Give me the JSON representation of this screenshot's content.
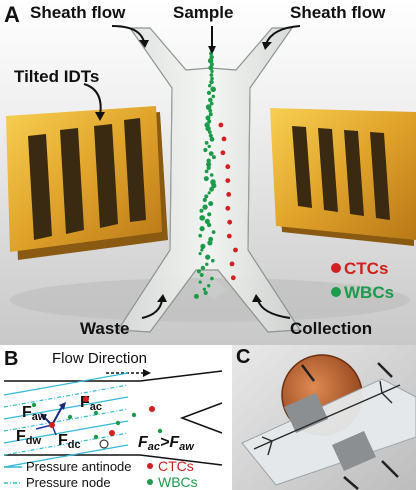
{
  "panelA": {
    "letter": "A",
    "sheath_left": "Sheath flow",
    "sample": "Sample",
    "sheath_right": "Sheath flow",
    "idts": "Tilted IDTs",
    "ctcs": "CTCs",
    "wbcs": "WBCs",
    "waste": "Waste",
    "collection": "Collection"
  },
  "panelB": {
    "letter": "B",
    "flow_direction": "Flow Direction",
    "f_aw_main": "F",
    "f_aw_sub": "aw",
    "f_ac_main": "F",
    "f_ac_sub": "ac",
    "f_dw_main": "F",
    "f_dw_sub": "dw",
    "f_dc_main": "F",
    "f_dc_sub": "dc",
    "ineq_f1": "F",
    "ineq_s1": "ac",
    "ineq_op": ">",
    "ineq_f2": "F",
    "ineq_s2": "aw",
    "legend_antinode": "Pressure antinode",
    "legend_node": "Pressure node",
    "legend_ctcs": "CTCs",
    "legend_wbcs": "WBCs"
  },
  "panelC": {
    "letter": "C"
  },
  "colors": {
    "ctc": "#d21f1f",
    "wbc": "#1d9a4a",
    "gold": "#d9a421",
    "cyan": "#33b8d8",
    "navy": "#1b2a7a"
  }
}
